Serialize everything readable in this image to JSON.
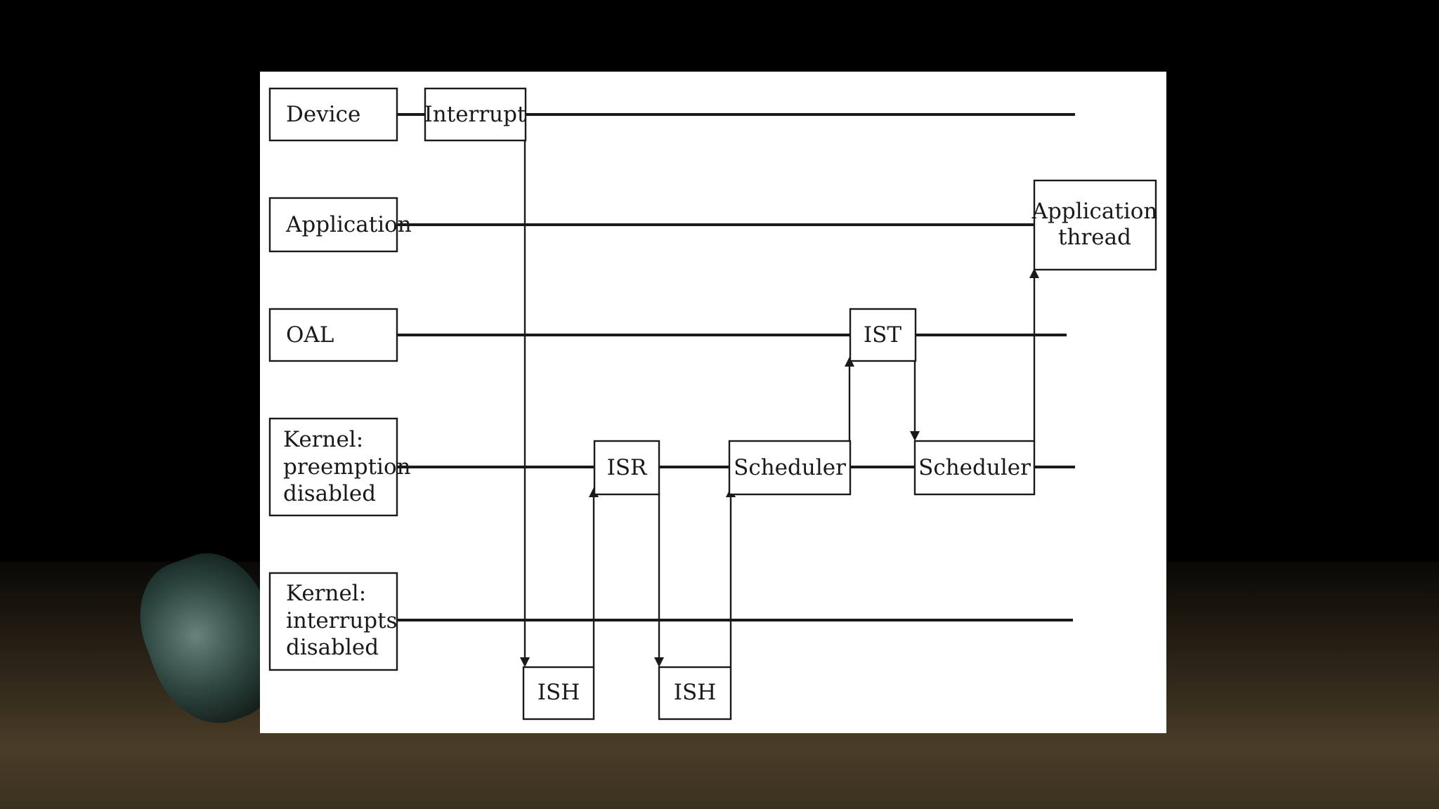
{
  "lanes": {
    "device": "Device",
    "application": "Application",
    "oal": "OAL",
    "kernel_preempt": [
      "Kernel:",
      "preemption",
      "disabled"
    ],
    "kernel_int": [
      "Kernel:",
      "interrupts",
      "disabled"
    ]
  },
  "nodes": {
    "interrupt": "Interrupt",
    "ish_1": "ISH",
    "isr": "ISR",
    "ish_2": "ISH",
    "scheduler_1": "Scheduler",
    "ist": "IST",
    "scheduler_2": "Scheduler",
    "app_thread": [
      "Application",
      "thread"
    ]
  },
  "colors": {
    "ink": "#1a1a1a",
    "panel": "#ffffff",
    "background": "#000000"
  }
}
